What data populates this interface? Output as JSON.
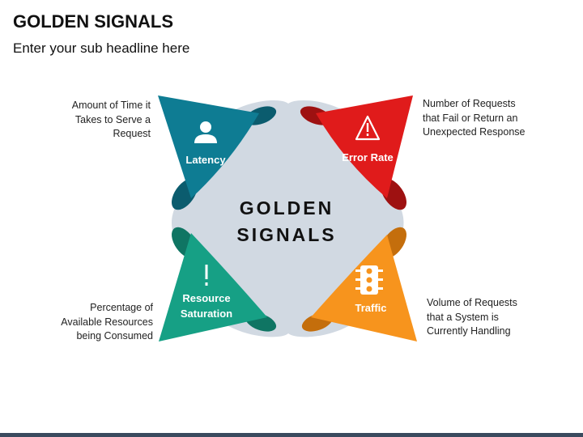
{
  "header": {
    "title": "GOLDEN SIGNALS",
    "subtitle": "Enter your sub headline here"
  },
  "center": {
    "line1": "GOLDEN",
    "line2": "SIGNALS"
  },
  "signals": [
    {
      "label_lines": [
        "Latency"
      ],
      "description_lines": [
        "Amount of Time it",
        "Takes to Serve a",
        "Request"
      ],
      "color": "#0E7C93",
      "shade": "#0B5C6E",
      "icon": "user-icon"
    },
    {
      "label_lines": [
        "Error Rate"
      ],
      "description_lines": [
        "Number of Requests",
        "that Fail or Return an",
        "Unexpected Response"
      ],
      "color": "#E01B1B",
      "shade": "#9E1111",
      "icon": "warning-icon"
    },
    {
      "label_lines": [
        "Resource",
        "Saturation"
      ],
      "description_lines": [
        "Percentage of",
        "Available Resources",
        "being Consumed"
      ],
      "color": "#16A085",
      "shade": "#0F7563",
      "icon": "exclamation-icon"
    },
    {
      "label_lines": [
        "Traffic"
      ],
      "description_lines": [
        "Volume of Requests",
        "that a System is",
        "Currently Handling"
      ],
      "color": "#F7941D",
      "shade": "#C46E0C",
      "icon": "traffic-light-icon"
    }
  ],
  "colors": {
    "center_fill": "#D1D9E2",
    "bottom_bar": "#3A4A5E"
  }
}
